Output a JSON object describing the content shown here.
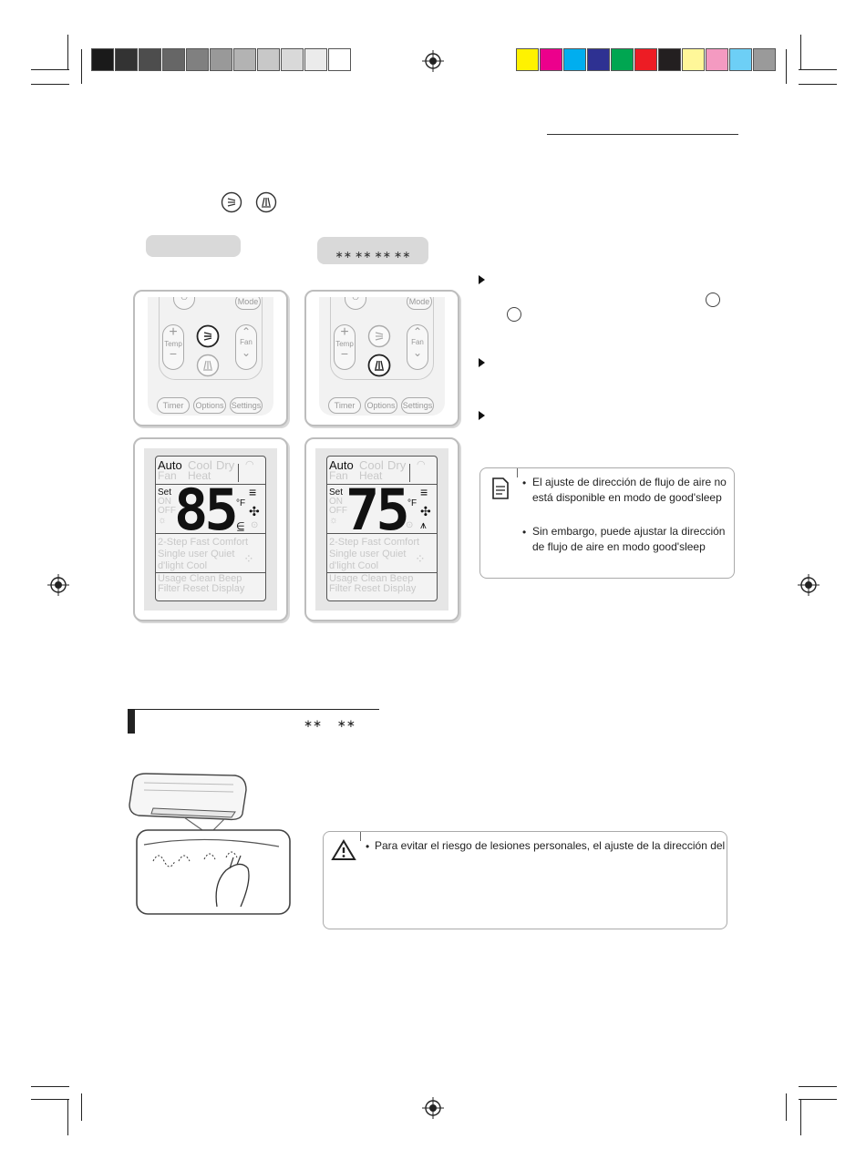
{
  "color_bars": {
    "grays": [
      "#1a1a1a",
      "#333333",
      "#4d4d4d",
      "#666666",
      "#808080",
      "#999999",
      "#b3b3b3",
      "#c8c8c8",
      "#d9d9d9",
      "#ebebeb",
      "#ffffff"
    ],
    "colors": [
      "#fff200",
      "#ec008c",
      "#00aeef",
      "#2e3192",
      "#00a651",
      "#ed1c24",
      "#231f20",
      "#fff799",
      "#f49ac1",
      "#6dcff6",
      "#9a9a9a"
    ]
  },
  "remote": {
    "btn_mode": "Mode",
    "btn_temp": "Temp",
    "btn_fan": "Fan",
    "btn_timer": "Timer",
    "btn_options": "Options",
    "btn_settings": "Settings"
  },
  "display_left": {
    "auto": "Auto",
    "cool": "Cool",
    "dry": "Dry",
    "fan": "Fan",
    "heat": "Heat",
    "set": "Set",
    "on": "ON",
    "off": "OFF",
    "temp": "85",
    "unit": "°F",
    "row1": "2-Step  Fast  Comfort",
    "row2": "Single user Quiet",
    "row3": "d'light Cool",
    "row4": "Usage   Clean   Beep",
    "row5": "Filter Reset  Display"
  },
  "display_right": {
    "auto": "Auto",
    "cool": "Cool",
    "dry": "Dry",
    "fan": "Fan",
    "heat": "Heat",
    "set": "Set",
    "on": "ON",
    "off": "OFF",
    "temp": "75",
    "unit": "°F",
    "row1": "2-Step  Fast  Comfort",
    "row2": "Single user Quiet",
    "row3": "d'light Cool",
    "row4": "Usage   Clean   Beep",
    "row5": "Filter Reset  Display"
  },
  "stars_label": "∗∗   ∗∗  ∗∗ ∗∗",
  "section_stars": "∗∗     ∗∗",
  "note1": {
    "line1": "El ajuste de dirección de flujo de aire no",
    "line2": "está disponible en modo de good'sleep",
    "line3": "Sin embargo, puede ajustar la dirección",
    "line4": "de flujo de aire en modo good'sleep",
    "bullet": "•"
  },
  "caution": {
    "line1": "Para evitar el riesgo de lesiones personales, el ajuste de la dirección del",
    "bullet": "•"
  }
}
